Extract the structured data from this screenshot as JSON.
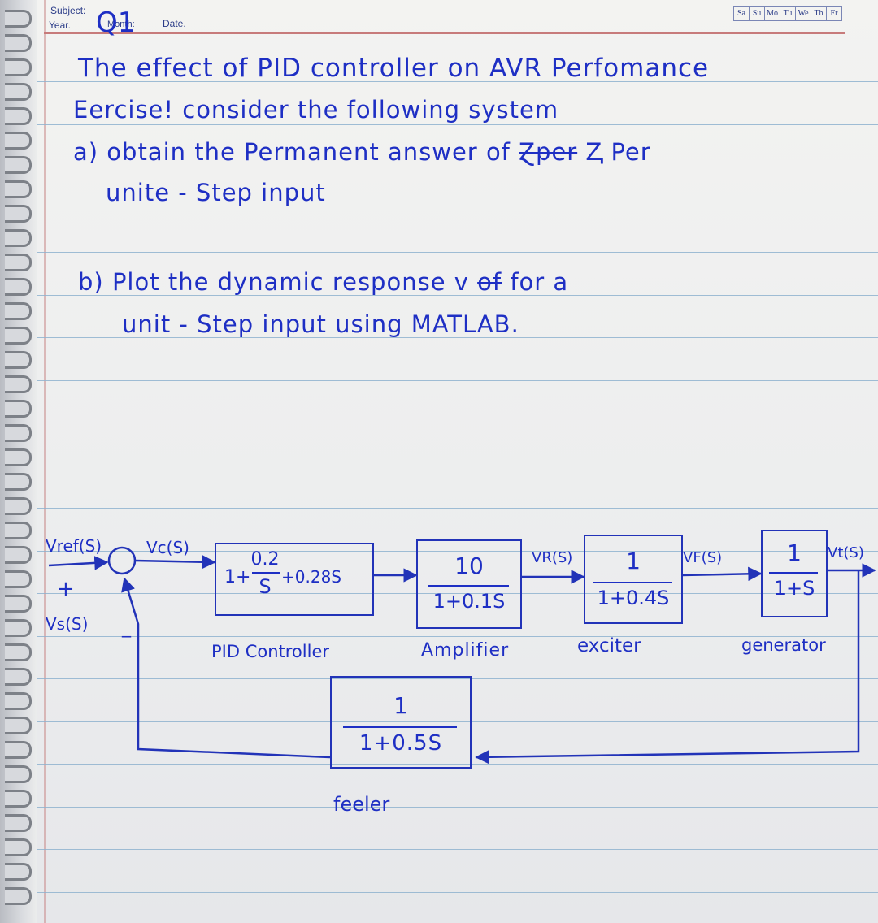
{
  "header": {
    "subject_label": "Subject:",
    "year_label": "Year.",
    "month_label": "Month:",
    "date_label": "Date.",
    "question_mark": "Q1",
    "days": [
      "Sa",
      "Su",
      "Mo",
      "Tu",
      "We",
      "Th",
      "Fr"
    ]
  },
  "notes": {
    "title": "The effect of PID controller on AVR Perfomance",
    "exercise": "Eercise! consider the following system",
    "part_a_1": "a) obtain the Permanent answer of",
    "part_a_struck": "Ɀper",
    "part_a_2": "Ⱬ Per",
    "part_a_3": "unite - Step input",
    "part_b_1": "b) Plot the dynamic response v",
    "part_b_struck": "of",
    "part_b_2": "for a",
    "part_b_3": "unit - Step input using MATLAB."
  },
  "diagram": {
    "vref": "Vref(S)",
    "plus": "+",
    "vs": "Vs(S)",
    "minus": "_",
    "vc": "Vc(S)",
    "vr": "VR(S)",
    "vf": "VF(S)",
    "vt": "Vt(S)",
    "pid_expr_a": "1+",
    "pid_num": "0.2",
    "pid_den": "S",
    "pid_expr_b": "+0.28S",
    "pid_label": "PID Controller",
    "amp_num": "10",
    "amp_den": "1+0.1S",
    "amp_label": "Amplifier",
    "exc_num": "1",
    "exc_den": "1+0.4S",
    "exc_label": "exciter",
    "gen_num": "1",
    "gen_den": "1+S",
    "gen_label": "generator",
    "fb_num": "1",
    "fb_den": "1+0.5S",
    "fb_label": "feeler"
  }
}
